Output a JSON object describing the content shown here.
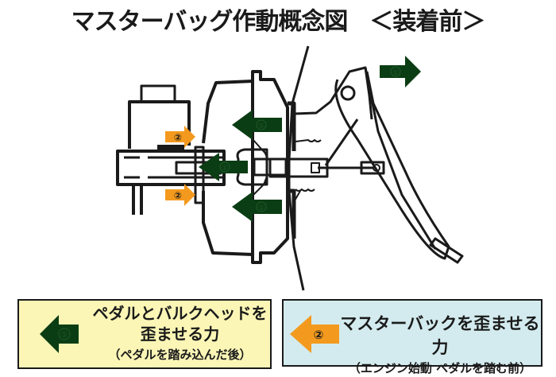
{
  "title": {
    "main": "マスターバッグ作動概念図",
    "sub": "＜装着前＞"
  },
  "markers": {
    "force_1": "①",
    "force_2": "②"
  },
  "colors": {
    "force_1_arrow": "#0b3d14",
    "force_2_arrow": "#f39a1e",
    "legend_1_bg": "#fbf6b6",
    "legend_2_bg": "#d3ebee",
    "line": "#1a1a1a"
  },
  "legend": [
    {
      "marker": "①",
      "line1": "ペダルとバルクヘッドを",
      "line2": "歪ませる力",
      "line3": "（ペダルを踏み込んだ後）"
    },
    {
      "marker": "②",
      "line1": "マスターバックを歪ませる力",
      "line2": "（エンジン始動 ペダルを踏む前）"
    }
  ]
}
